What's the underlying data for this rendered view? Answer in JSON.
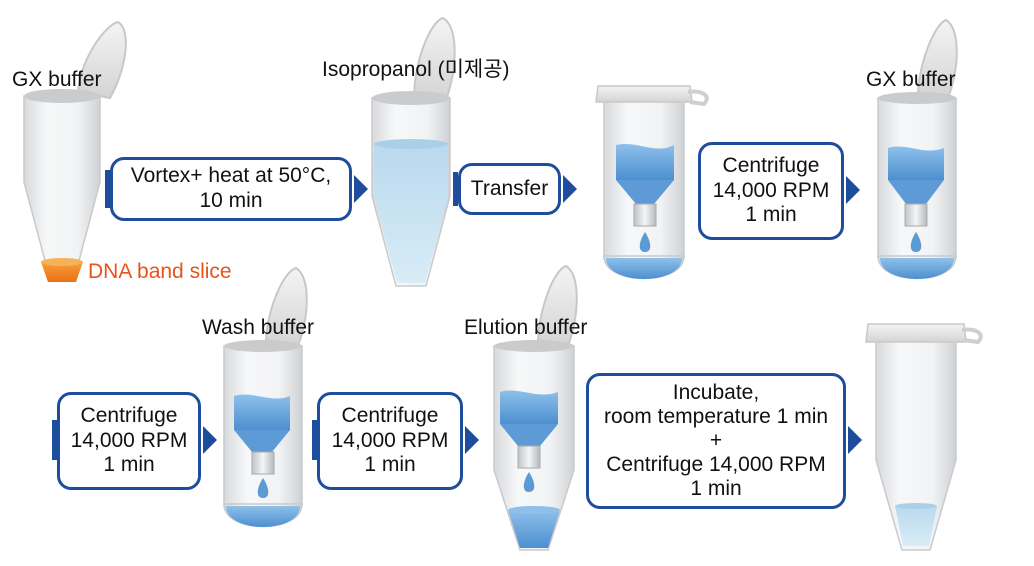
{
  "labels": {
    "gx_buffer_1": "GX buffer",
    "dna_band_slice": "DNA band slice",
    "isopropanol": "Isopropanol (미제공)",
    "gx_buffer_2": "GX buffer",
    "wash_buffer": "Wash buffer",
    "elution_buffer": "Elution buffer"
  },
  "steps": {
    "vortex": [
      "Vortex+ heat at 50°C,",
      "10 min"
    ],
    "transfer": [
      "Transfer"
    ],
    "centrifuge_1": [
      "Centrifuge",
      "14,000 RPM",
      "1 min"
    ],
    "centrifuge_2": [
      "Centrifuge",
      "14,000 RPM",
      "1 min"
    ],
    "centrifuge_3": [
      "Centrifuge",
      "14,000 RPM",
      "1 min"
    ],
    "incubate": [
      "Incubate,",
      "room temperature 1 min",
      "+",
      "Centrifuge 14,000 RPM",
      "1 min"
    ]
  },
  "colors": {
    "step_border": "#1f4d9e",
    "dna_label": "#e8541b",
    "liquid": "#5b9bd5"
  }
}
